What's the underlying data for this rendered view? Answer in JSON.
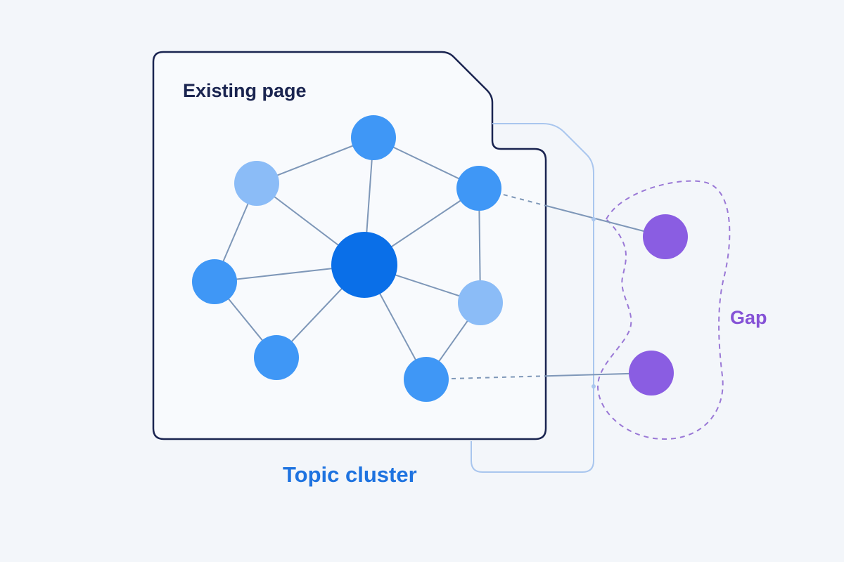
{
  "labels": {
    "page": "Existing page",
    "cluster": "Topic cluster",
    "gap": "Gap"
  },
  "colors": {
    "background": "#f3f6fa",
    "page_border": "#1a2450",
    "page_label": "#1a2450",
    "cluster_outline": "#a9c6ee",
    "cluster_label": "#1e73e0",
    "gap_outline": "#9a78d6",
    "gap_label": "#8552d6",
    "edge": "#7e97b8",
    "node_center": "#0a6fe8",
    "node_mid": "#3f97f6",
    "node_light": "#8bbcf7",
    "node_gap": "#8a5de2"
  },
  "nodes": [
    {
      "id": "center",
      "role": "center"
    },
    {
      "id": "top",
      "role": "mid"
    },
    {
      "id": "upper-left",
      "role": "light"
    },
    {
      "id": "upper-right",
      "role": "mid"
    },
    {
      "id": "left",
      "role": "mid"
    },
    {
      "id": "right",
      "role": "light"
    },
    {
      "id": "lower-left",
      "role": "mid"
    },
    {
      "id": "lower-right",
      "role": "mid"
    },
    {
      "id": "gap-top",
      "role": "gap"
    },
    {
      "id": "gap-bottom",
      "role": "gap"
    }
  ],
  "edges": [
    {
      "from": "center",
      "to": "top"
    },
    {
      "from": "center",
      "to": "upper-left"
    },
    {
      "from": "center",
      "to": "upper-right"
    },
    {
      "from": "center",
      "to": "left"
    },
    {
      "from": "center",
      "to": "right"
    },
    {
      "from": "center",
      "to": "lower-left"
    },
    {
      "from": "center",
      "to": "lower-right"
    },
    {
      "from": "top",
      "to": "upper-left"
    },
    {
      "from": "top",
      "to": "upper-right"
    },
    {
      "from": "upper-left",
      "to": "left"
    },
    {
      "from": "upper-right",
      "to": "right"
    },
    {
      "from": "left",
      "to": "lower-left"
    },
    {
      "from": "right",
      "to": "lower-right"
    },
    {
      "from": "upper-right",
      "to": "gap-top",
      "style": "bridge"
    },
    {
      "from": "lower-right",
      "to": "gap-bottom",
      "style": "bridge"
    }
  ]
}
